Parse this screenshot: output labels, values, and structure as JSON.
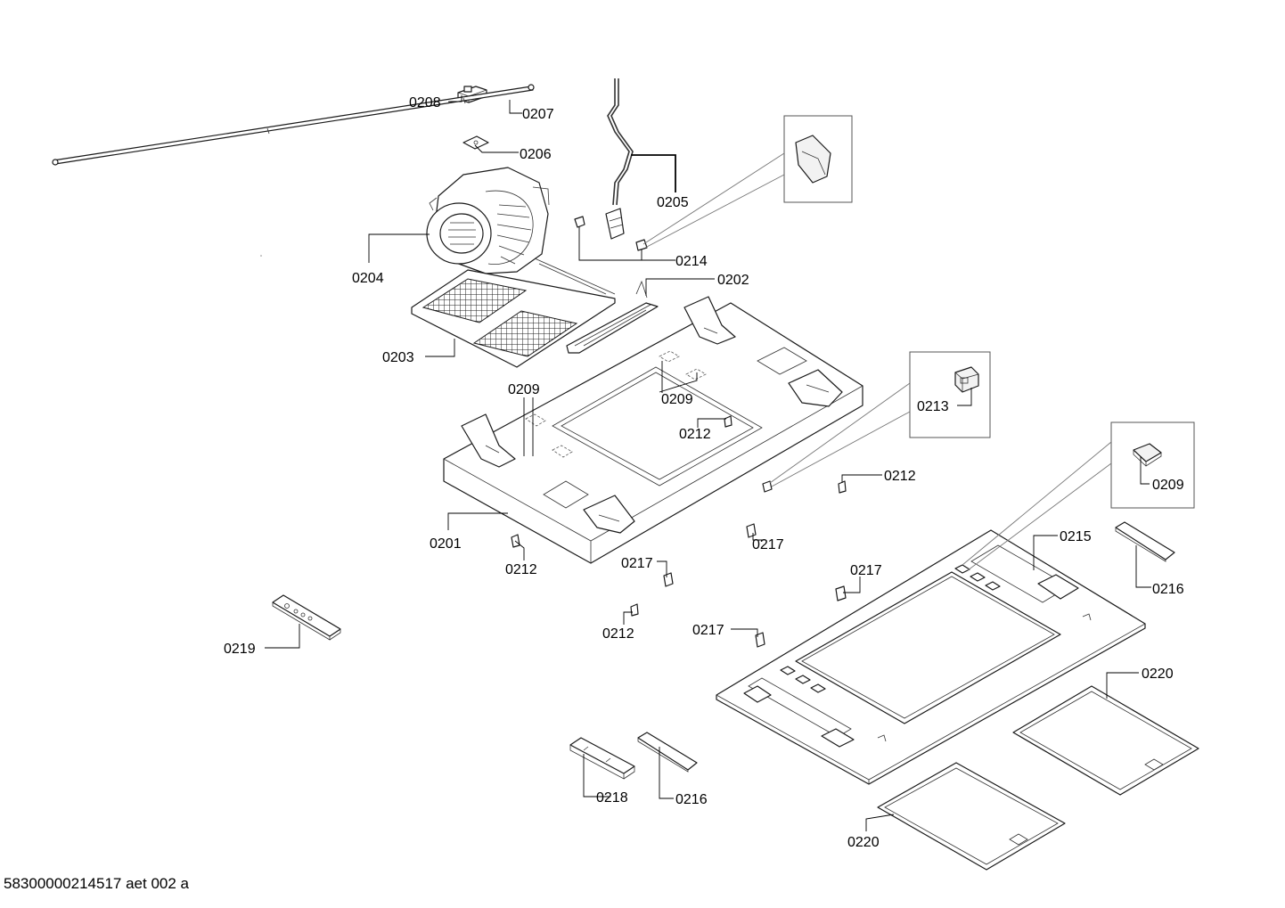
{
  "document_id": "58300000214517 aet 002 a",
  "callouts": {
    "c0201": "0201",
    "c0202": "0202",
    "c0203": "0203",
    "c0204": "0204",
    "c0205": "0205",
    "c0206": "0206",
    "c0207": "0207",
    "c0208": "0208",
    "c0209a": "0209",
    "c0209b": "0209",
    "c0209c": "0209",
    "c0212a": "0212",
    "c0212b": "0212",
    "c0212c": "0212",
    "c0212d": "0212",
    "c0213": "0213",
    "c0214": "0214",
    "c0215": "0215",
    "c0216a": "0216",
    "c0216b": "0216",
    "c0217a": "0217",
    "c0217b": "0217",
    "c0217c": "0217",
    "c0217d": "0217",
    "c0218": "0218",
    "c0219": "0219",
    "c0220a": "0220",
    "c0220b": "0220"
  }
}
